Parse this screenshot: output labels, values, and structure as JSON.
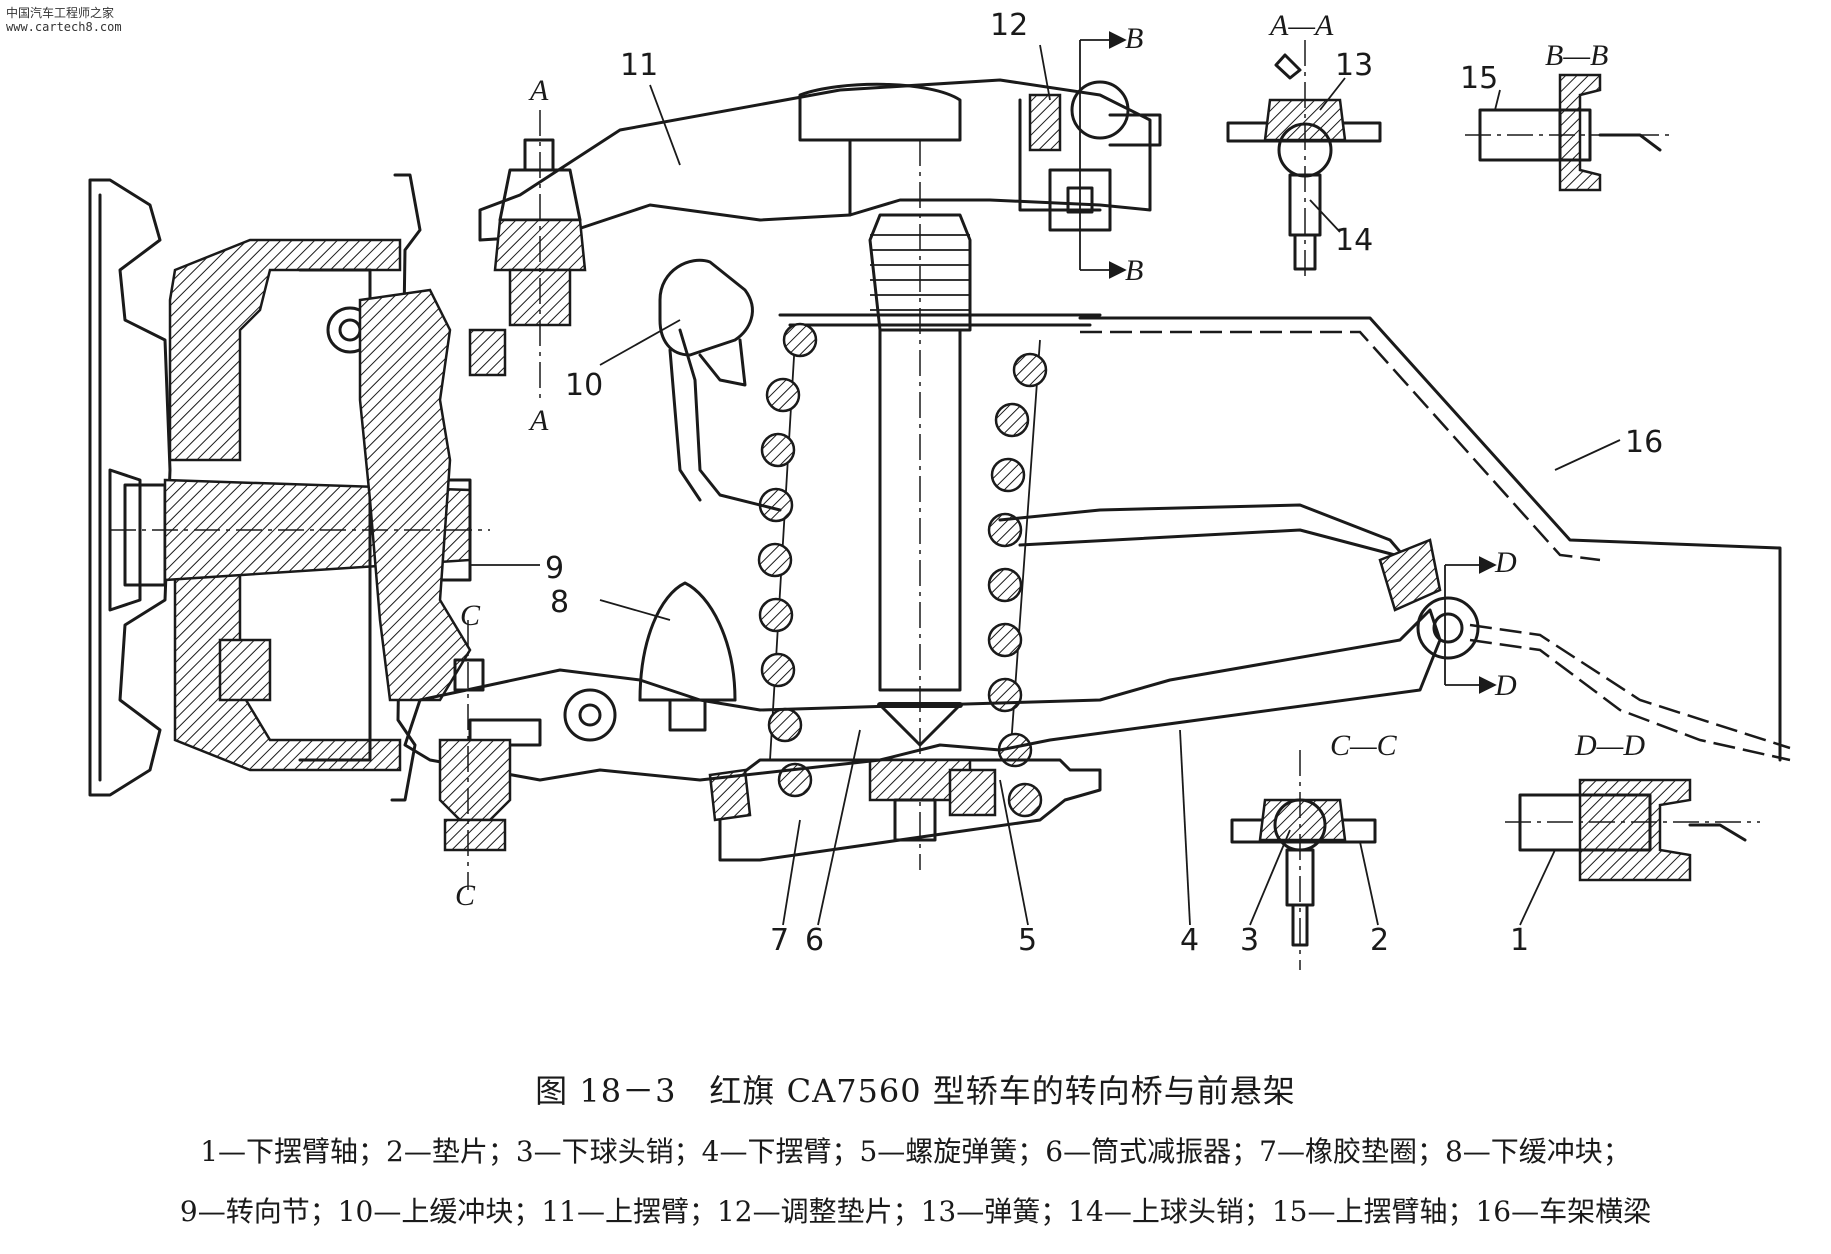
{
  "watermark": {
    "site_name": "中国汽车工程师之家",
    "url": "www.cartech8.com"
  },
  "figure": {
    "title": "图 18－3　红旗 CA7560 型轿车的转向桥与前悬架",
    "legend_line1": "1—下摆臂轴；2—垫片；3—下球头销；4—下摆臂；5—螺旋弹簧；6—筒式减振器；7—橡胶垫圈；8—下缓冲块；",
    "legend_line2": "9—转向节；10—上缓冲块；11—上摆臂；12—调整垫片；13—弹簧；14—上球头销；15—上摆臂轴；16—车架横梁"
  },
  "part_labels": {
    "p1": "1",
    "p2": "2",
    "p3": "3",
    "p4": "4",
    "p5": "5",
    "p6": "6",
    "p7": "7",
    "p8": "8",
    "p9": "9",
    "p10": "10",
    "p11": "11",
    "p12": "12",
    "p13": "13",
    "p14": "14",
    "p15": "15",
    "p16": "16"
  },
  "section_marks": {
    "A": "A",
    "B": "B",
    "C": "C",
    "D": "D",
    "AA": "A—A",
    "BB": "B—B",
    "CC": "C—C",
    "DD": "D—D"
  },
  "colors": {
    "ink": "#1a1a1a",
    "paper": "#ffffff"
  }
}
